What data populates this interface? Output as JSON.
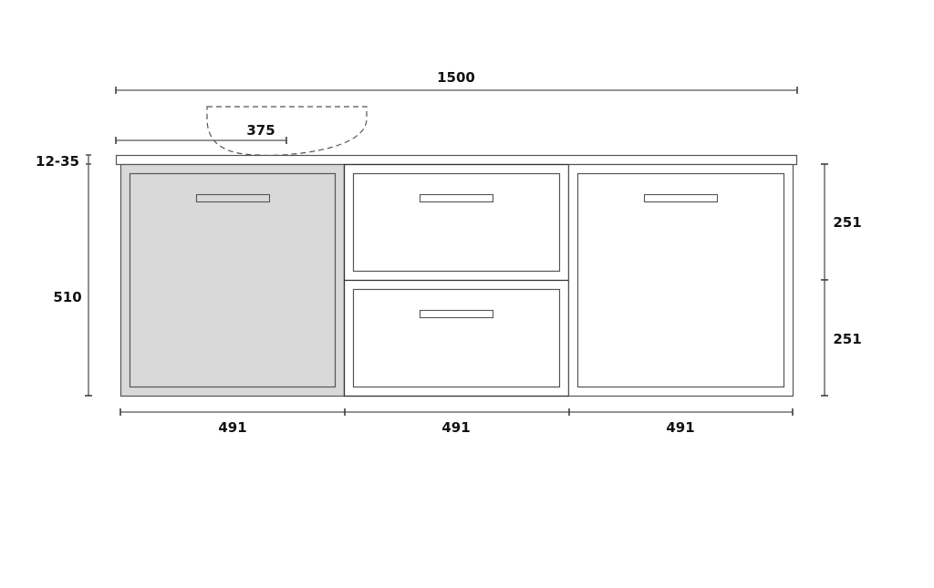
{
  "drawing": {
    "type": "vanity cabinet front elevation",
    "colors": {
      "line": "#555555",
      "dark_line": "#333333",
      "highlight_fill": "#d9d9d9",
      "background": "#ffffff",
      "text": "#111111"
    },
    "dimensions": {
      "total_width": "1500",
      "basin_offset": "375",
      "top_thickness": "12-35",
      "height": "510",
      "right_upper": "251",
      "right_lower": "251",
      "module_1_width": "491",
      "module_2_width": "491",
      "module_3_width": "491"
    },
    "modules": [
      {
        "name": "left door module",
        "highlighted": true,
        "fronts": 1
      },
      {
        "name": "middle drawer module",
        "highlighted": false,
        "fronts": 2
      },
      {
        "name": "right door module",
        "highlighted": false,
        "fronts": 1
      }
    ],
    "basin": {
      "style": "dashed outline",
      "label": "basin"
    }
  }
}
